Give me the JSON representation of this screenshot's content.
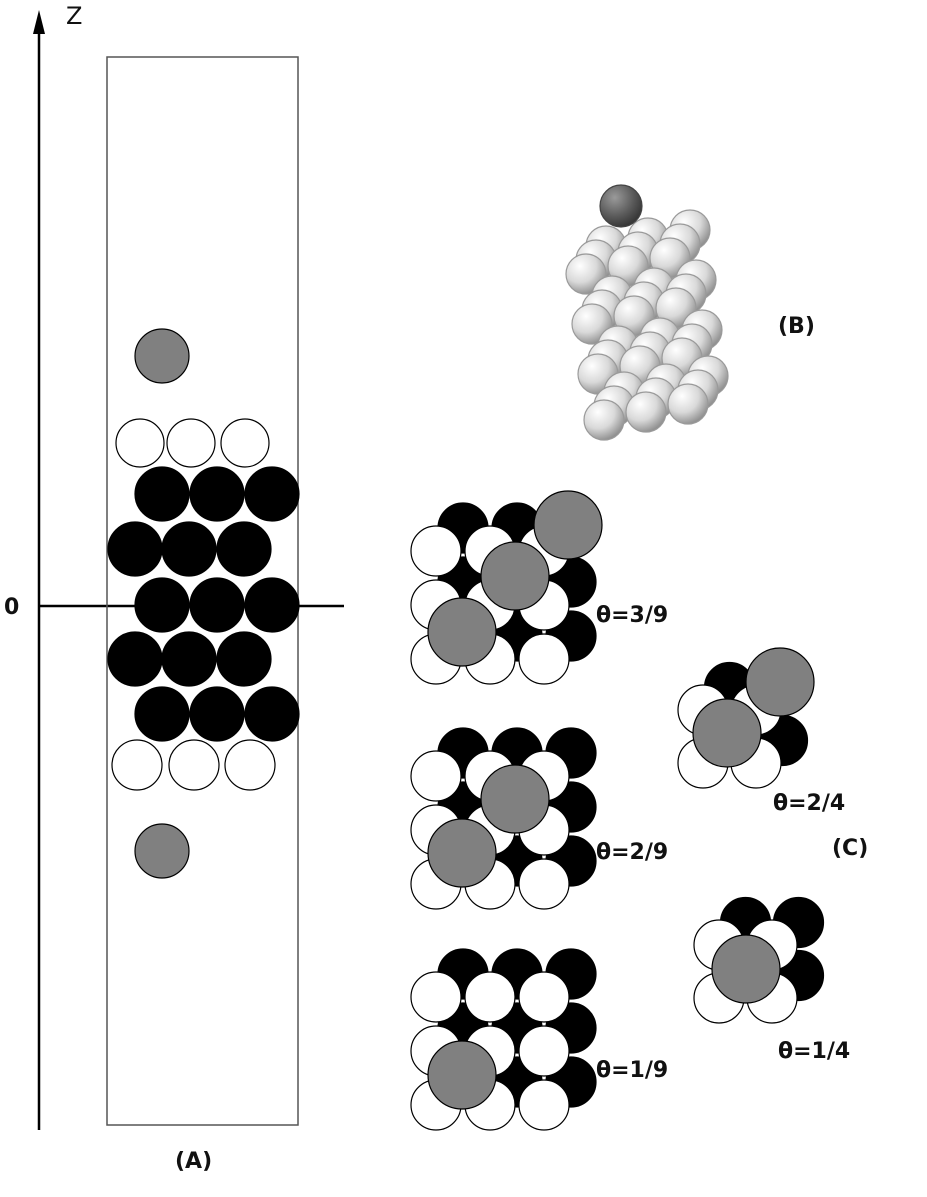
{
  "axis": {
    "name": "Z",
    "origin_label": "0"
  },
  "labels": {
    "panel_a": "(A)",
    "panel_b": "(B)",
    "panel_c": "(C)",
    "theta_3_9": "θ=3/9",
    "theta_2_9": "θ=2/9",
    "theta_1_9": "θ=1/9",
    "theta_2_4": "θ=2/4",
    "theta_1_4": "θ=1/4"
  },
  "colors": {
    "black_atom": "#000000",
    "white_atom": "#ffffff",
    "adsorbate": "#808080",
    "outline": "#000000"
  }
}
